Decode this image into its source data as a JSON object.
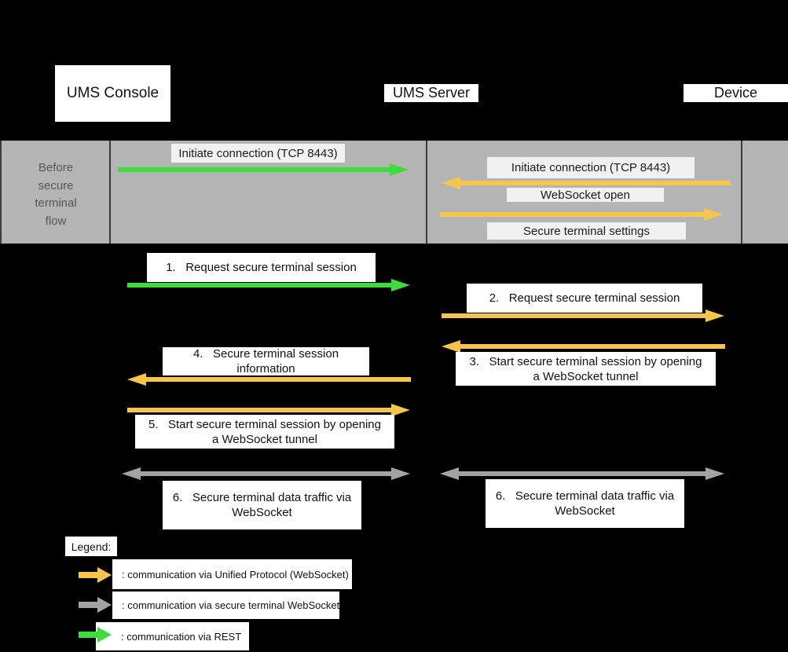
{
  "colors": {
    "rest": "#3fdb3f",
    "unified": "#f5c64b",
    "secure_ws": "#a3a3a3",
    "band_bg": "#b4b4b4",
    "band_label_bg": "#f1f1f1",
    "band_text": "#575757"
  },
  "actors": {
    "console": "UMS Console",
    "server": "UMS Server",
    "device": "Device"
  },
  "before_flow": {
    "title": "Before\nsecure\nterminal\nflow",
    "initiate_rest": "Initiate connection (TCP 8443)",
    "initiate_unified": "Initiate connection (TCP 8443)",
    "websocket_open": "WebSocket open",
    "secure_settings": "Secure terminal settings"
  },
  "steps": {
    "s1": "1.   Request secure terminal session",
    "s2": "2.   Request secure terminal session",
    "s3": "3.   Start secure terminal session by opening\na WebSocket tunnel",
    "s4": "4.   Secure terminal session\ninformation",
    "s5": "5.   Start secure terminal session by opening\na WebSocket tunnel",
    "s6_left": "6.   Secure terminal data traffic via\nWebSocket",
    "s6_right": "6.   Secure terminal data traffic via\nWebSocket"
  },
  "legend": {
    "title": "Legend:",
    "unified": ": communication via Unified Protocol (WebSocket)",
    "secure": ": communication via secure terminal WebSocket",
    "rest": ": communication via REST"
  }
}
